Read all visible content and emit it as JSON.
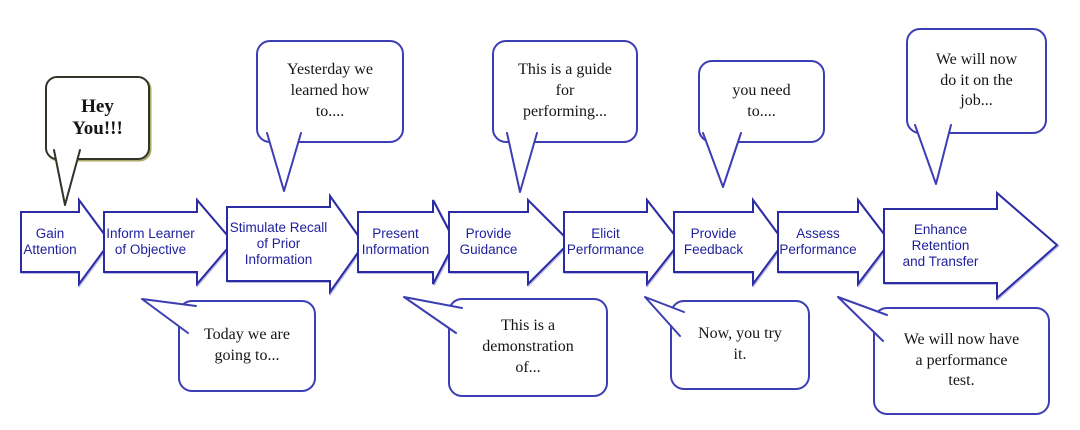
{
  "diagram_type": "instructional-events-flowchart",
  "colors": {
    "background": "#ffffff",
    "arrow_stroke": "#2b2ba4",
    "arrow_bevel": "#b8b8e4",
    "arrow_text": "#1f1f9e",
    "bubble_border": "#3d3db4",
    "hey_bubble_border": "#33332a",
    "bubble_text": "#151515"
  },
  "steps": [
    "Gain\nAttention",
    "Inform Learner\nof Objective",
    "Stimulate Recall\nof Prior\nInformation",
    "Present\nInformation",
    "Provide\nGuidance",
    "Elicit\nPerformance",
    "Provide\nFeedback",
    "Assess\nPerformance",
    "Enhance Retention\nand Transfer"
  ],
  "bubbles": {
    "hey": "Hey\nYou!!!",
    "top": [
      "Yesterday we\nlearned how\nto....",
      "This is a guide\nfor\nperforming...",
      "you need\nto....",
      "We will now\ndo it on the\njob..."
    ],
    "bottom": [
      "Today we are\ngoing to...",
      "This is a\ndemonstration\nof...",
      "Now, you try\nit.",
      "We will now have\na performance\ntest."
    ]
  }
}
